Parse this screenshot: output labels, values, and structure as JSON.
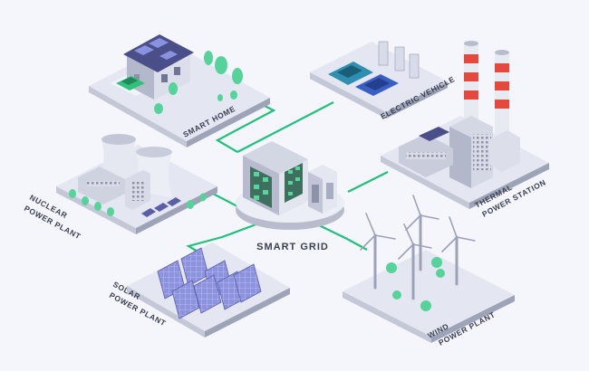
{
  "hub": {
    "label": "SMART GRID"
  },
  "nodes": {
    "smart_home": {
      "label": "SMART HOME"
    },
    "electric_vehicle": {
      "label": "ELECTRIC VEHICLE"
    },
    "nuclear": {
      "line1": "NUCLEAR",
      "line2": "POWER PLANT"
    },
    "thermal": {
      "line1": "THERMAL",
      "line2": "POWER STATION"
    },
    "solar": {
      "line1": "SOLAR",
      "line2": "POWER PLANT"
    },
    "wind": {
      "line1": "WIND",
      "line2": "POWER PLANT"
    }
  },
  "colors": {
    "connector": "#1fc17b",
    "platform_top": "#e4e6f1",
    "platform_side": "#9fa3b8",
    "platform_front": "#c4c7d6",
    "label": "#3a3f52",
    "chimney_red": "#e5483d",
    "solar_panel": "#7f86d6",
    "car_teal": "#2e8fb0",
    "car_blue": "#3a5fc4",
    "car_green": "#33c07b",
    "tree": "#56d39a"
  },
  "icons": [
    "house-icon",
    "car-icon",
    "charger-icon",
    "cooling-tower-icon",
    "chimney-icon",
    "factory-icon",
    "solar-panel-icon",
    "wind-turbine-icon",
    "server-rack-icon",
    "tree-icon"
  ]
}
